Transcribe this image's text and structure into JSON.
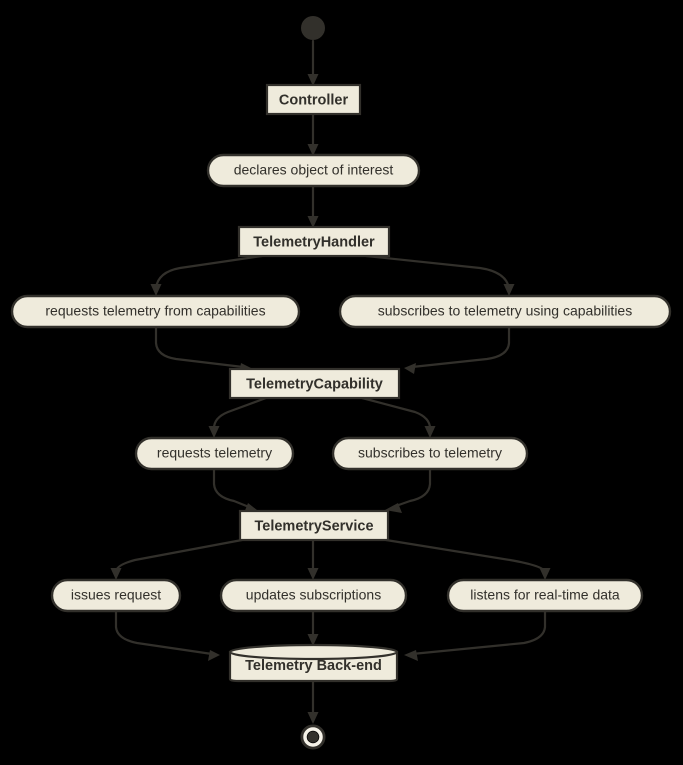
{
  "diagram": {
    "type": "activity-diagram",
    "title": "Telemetry Activity Diagram",
    "background_color": "#000000",
    "node_fill_color": "#EFEBDC",
    "node_stroke_color": "#32302B",
    "text_color": "#32302B",
    "start_node": {
      "name": "start",
      "shape": "filled-circle"
    },
    "end_node": {
      "name": "end",
      "shape": "circle-with-ring"
    },
    "nodes": [
      {
        "id": "controller",
        "label": "Controller",
        "shape": "rectangle",
        "kind": "partition"
      },
      {
        "id": "declares",
        "label": "declares object of interest",
        "shape": "rounded",
        "kind": "activity"
      },
      {
        "id": "telemetry_handler",
        "label": "TelemetryHandler",
        "shape": "rectangle",
        "kind": "partition"
      },
      {
        "id": "requests_from_caps",
        "label": "requests telemetry from capabilities",
        "shape": "rounded",
        "kind": "activity"
      },
      {
        "id": "subscribes_using_caps",
        "label": "subscribes to telemetry using capabilities",
        "shape": "rounded",
        "kind": "activity"
      },
      {
        "id": "telemetry_capability",
        "label": "TelemetryCapability",
        "shape": "rectangle",
        "kind": "partition"
      },
      {
        "id": "requests_telemetry",
        "label": "requests telemetry",
        "shape": "rounded",
        "kind": "activity"
      },
      {
        "id": "subscribes_telemetry",
        "label": "subscribes to telemetry",
        "shape": "rounded",
        "kind": "activity"
      },
      {
        "id": "telemetry_service",
        "label": "TelemetryService",
        "shape": "rectangle",
        "kind": "partition"
      },
      {
        "id": "issues_request",
        "label": "issues request",
        "shape": "rounded",
        "kind": "activity"
      },
      {
        "id": "updates_subscriptions",
        "label": "updates subscriptions",
        "shape": "rounded",
        "kind": "activity"
      },
      {
        "id": "listens_realtime",
        "label": "listens for real-time data",
        "shape": "rounded",
        "kind": "activity"
      },
      {
        "id": "telemetry_backend",
        "label": "Telemetry Back-end",
        "shape": "database",
        "kind": "datastore"
      }
    ],
    "edges": [
      {
        "from": "start",
        "to": "controller"
      },
      {
        "from": "controller",
        "to": "declares"
      },
      {
        "from": "declares",
        "to": "telemetry_handler"
      },
      {
        "from": "telemetry_handler",
        "to": "requests_from_caps"
      },
      {
        "from": "telemetry_handler",
        "to": "subscribes_using_caps"
      },
      {
        "from": "requests_from_caps",
        "to": "telemetry_capability"
      },
      {
        "from": "subscribes_using_caps",
        "to": "telemetry_capability"
      },
      {
        "from": "telemetry_capability",
        "to": "requests_telemetry"
      },
      {
        "from": "telemetry_capability",
        "to": "subscribes_telemetry"
      },
      {
        "from": "requests_telemetry",
        "to": "telemetry_service"
      },
      {
        "from": "subscribes_telemetry",
        "to": "telemetry_service"
      },
      {
        "from": "telemetry_service",
        "to": "issues_request"
      },
      {
        "from": "telemetry_service",
        "to": "updates_subscriptions"
      },
      {
        "from": "telemetry_service",
        "to": "listens_realtime"
      },
      {
        "from": "issues_request",
        "to": "telemetry_backend"
      },
      {
        "from": "updates_subscriptions",
        "to": "telemetry_backend"
      },
      {
        "from": "listens_realtime",
        "to": "telemetry_backend"
      },
      {
        "from": "telemetry_backend",
        "to": "end"
      }
    ]
  }
}
